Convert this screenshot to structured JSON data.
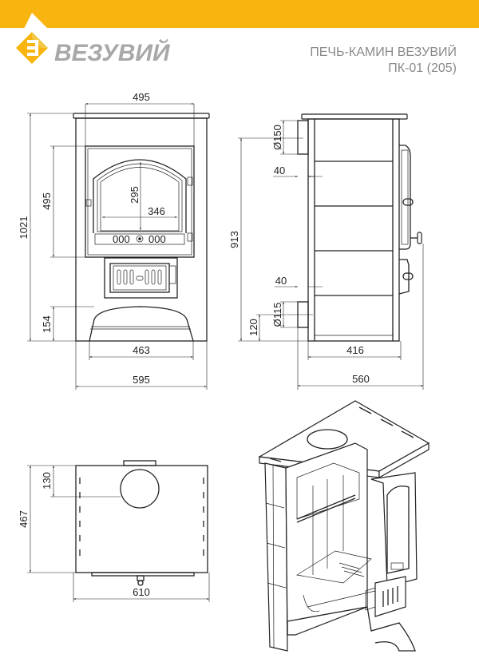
{
  "header": {
    "brand": "ВЕЗУВИЙ",
    "title_line1": "ПЕЧЬ-КАМИН ВЕЗУВИЙ",
    "title_line2": "ПК-01 (205)",
    "accent_color": "#F8B50F",
    "brand_color": "#A8A8A8"
  },
  "front_view": {
    "top_width": "495",
    "total_height": "1021",
    "door_height": "495",
    "glass_height": "295",
    "glass_width": "346",
    "base_height": "154",
    "base_width": "463",
    "total_width": "595",
    "door_marks": "000",
    "door_marks_right": "000"
  },
  "side_view": {
    "flue_diameter": "Ø150",
    "wall_top": "40",
    "body_height": "913",
    "wall_bottom": "40",
    "inlet_diameter": "Ø115",
    "inlet_height": "120",
    "body_depth": "416",
    "total_depth": "560"
  },
  "top_view": {
    "flue_offset": "130",
    "depth": "467",
    "width": "610"
  }
}
